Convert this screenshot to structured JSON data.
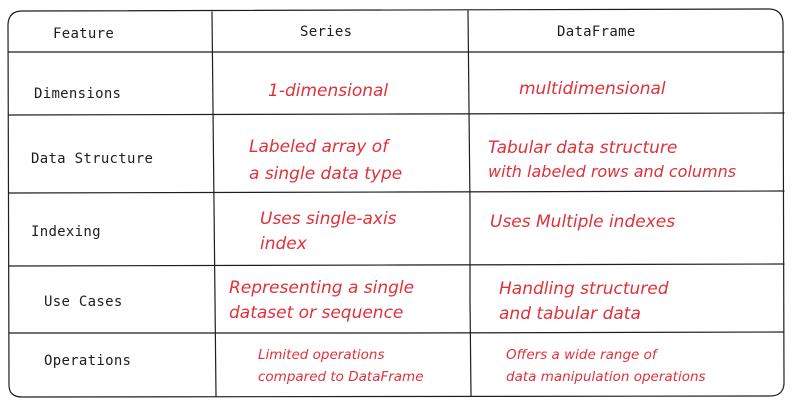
{
  "table": {
    "headers": {
      "feature": "Feature",
      "series": "Series",
      "dataframe": "DataFrame"
    },
    "rows": [
      {
        "feature": "Dimensions",
        "series": [
          "1-dimensional"
        ],
        "dataframe": [
          "multidimensional"
        ]
      },
      {
        "feature": "Data Structure",
        "series": [
          "Labeled array of",
          "a single data type"
        ],
        "dataframe": [
          "Tabular data structure",
          "with labeled rows and columns"
        ]
      },
      {
        "feature": "Indexing",
        "series": [
          "Uses single-axis",
          "index"
        ],
        "dataframe": [
          "Uses Multiple indexes"
        ]
      },
      {
        "feature": "Use Cases",
        "series": [
          "Representing a single",
          "dataset or sequence"
        ],
        "dataframe": [
          "Handling structured",
          "and tabular data"
        ]
      },
      {
        "feature": "Operations",
        "series": [
          "Limited operations",
          "compared to DataFrame"
        ],
        "dataframe": [
          "Offers a wide range of",
          "data manipulation operations"
        ]
      }
    ]
  },
  "colors": {
    "ink": "#1e1e1e",
    "handwriting": "#e0313b"
  }
}
